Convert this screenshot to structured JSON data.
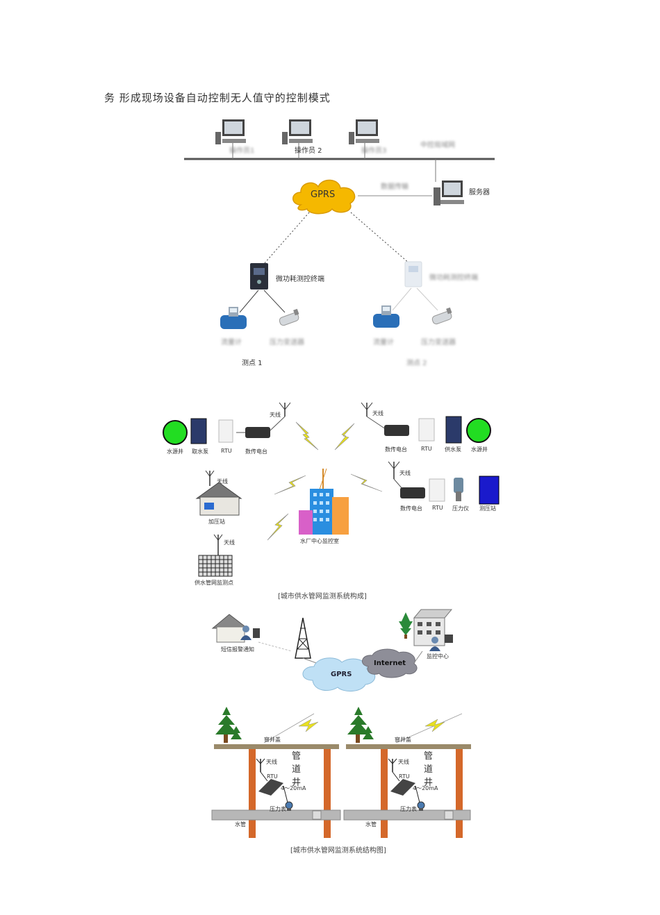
{
  "document": {
    "heading": "务    形成现场设备自动控制无人值守的控制模式"
  },
  "diagram1": {
    "operator_labels": [
      "操作员1",
      "操作员 2",
      "操作员3"
    ],
    "lan_label": "中控局域网",
    "gprs_label": "GPRS",
    "link_label": "数据传输",
    "server_label": "服务器",
    "terminal1_label": "微功耗测控终端",
    "terminal2_label": "微功耗测控终端",
    "flowmeter_label": "流量计",
    "pressure_label": "压力变送器",
    "flowmeter2_label": "流量计",
    "pressure2_label": "压力变送器",
    "point1_label": "测点 1",
    "point2_label": "测点 2"
  },
  "diagram2": {
    "antenna_label": "天线",
    "left_row": [
      "水源井",
      "取水泵",
      "RTU",
      "数传电台"
    ],
    "right_row": [
      "数传电台",
      "RTU",
      "供水泵",
      "水源井"
    ],
    "mid_right_row": [
      "数传电台",
      "RTU",
      "压力仪",
      "测压站"
    ],
    "booster_label": "加压站",
    "monitor_label": "供水管网监测点",
    "center_label": "水厂中心监控室",
    "caption": "[城市供水管网监测系统构成]"
  },
  "diagram3": {
    "alarm_label": "短信报警通知",
    "gprs_label": "GPRS",
    "internet_label": "Internet",
    "center_label": "监控中心",
    "well_cover_label": "窨井盖",
    "well_title": "管道井",
    "antenna_label": "天线",
    "rtu_label": "RTU",
    "signal_label": "4～20mA",
    "gauge_label": "压力表",
    "pipe_label": "水管",
    "caption": "[城市供水管网监测系统结构图]"
  },
  "colors": {
    "green_well": "#22dd22",
    "blue_panel": "#1a1acc",
    "gprs_cloud": "#f5b800",
    "bolt": "#e8e020",
    "brick": "#d4682a",
    "pipe": "#b7b7b7",
    "soil": "#9a8a6a"
  }
}
